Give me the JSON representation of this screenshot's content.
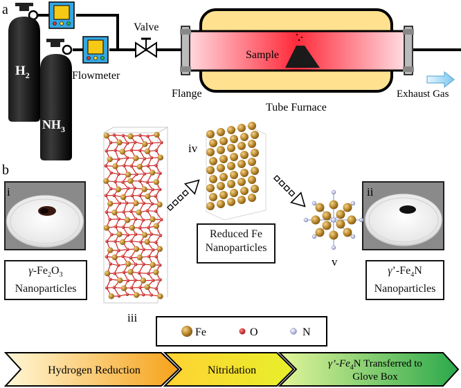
{
  "panel_a": {
    "label": "a",
    "cylinders": [
      {
        "name": "H",
        "sub": "2"
      },
      {
        "name": "NH",
        "sub": "3"
      }
    ],
    "valve_label": "Valve",
    "flowmeter_label": "Flowmeter",
    "flange_label": "Flange",
    "sample_label": "Sample",
    "furnace_label": "Tube Furnace",
    "exhaust_label": "Exhaust Gas"
  },
  "panel_b": {
    "label": "b",
    "photo_i_label": "i",
    "photo_ii_label": "ii",
    "structure_iii_label": "iii",
    "structure_iv_label": "iv",
    "structure_v_label": "v",
    "box_gamma_fe2o3": {
      "pre": "γ",
      "mid": "-Fe",
      "s1": "2",
      "o": "O",
      "s2": "3",
      "line2": "Nanoparticles"
    },
    "box_reduced_fe": {
      "line1": "Reduced Fe",
      "line2": "Nanoparticles"
    },
    "box_gamma_fe4n": {
      "pre": "γ",
      "mid": "’-Fe",
      "s1": "4",
      "n": "N",
      "line2": "Nanoparticles"
    },
    "legend": [
      {
        "name": "Fe",
        "color": "#b8862b"
      },
      {
        "name": "O",
        "color": "#c81e1e"
      },
      {
        "name": "N",
        "color": "#a9b0d8"
      }
    ]
  },
  "process_steps": [
    {
      "label": "Hydrogen Reduction"
    },
    {
      "label": "Nitridation"
    },
    {
      "line1": "γ’-Fe",
      "sub": "4",
      "line1b": "N Transferred to",
      "line2": "Glove Box"
    }
  ]
}
